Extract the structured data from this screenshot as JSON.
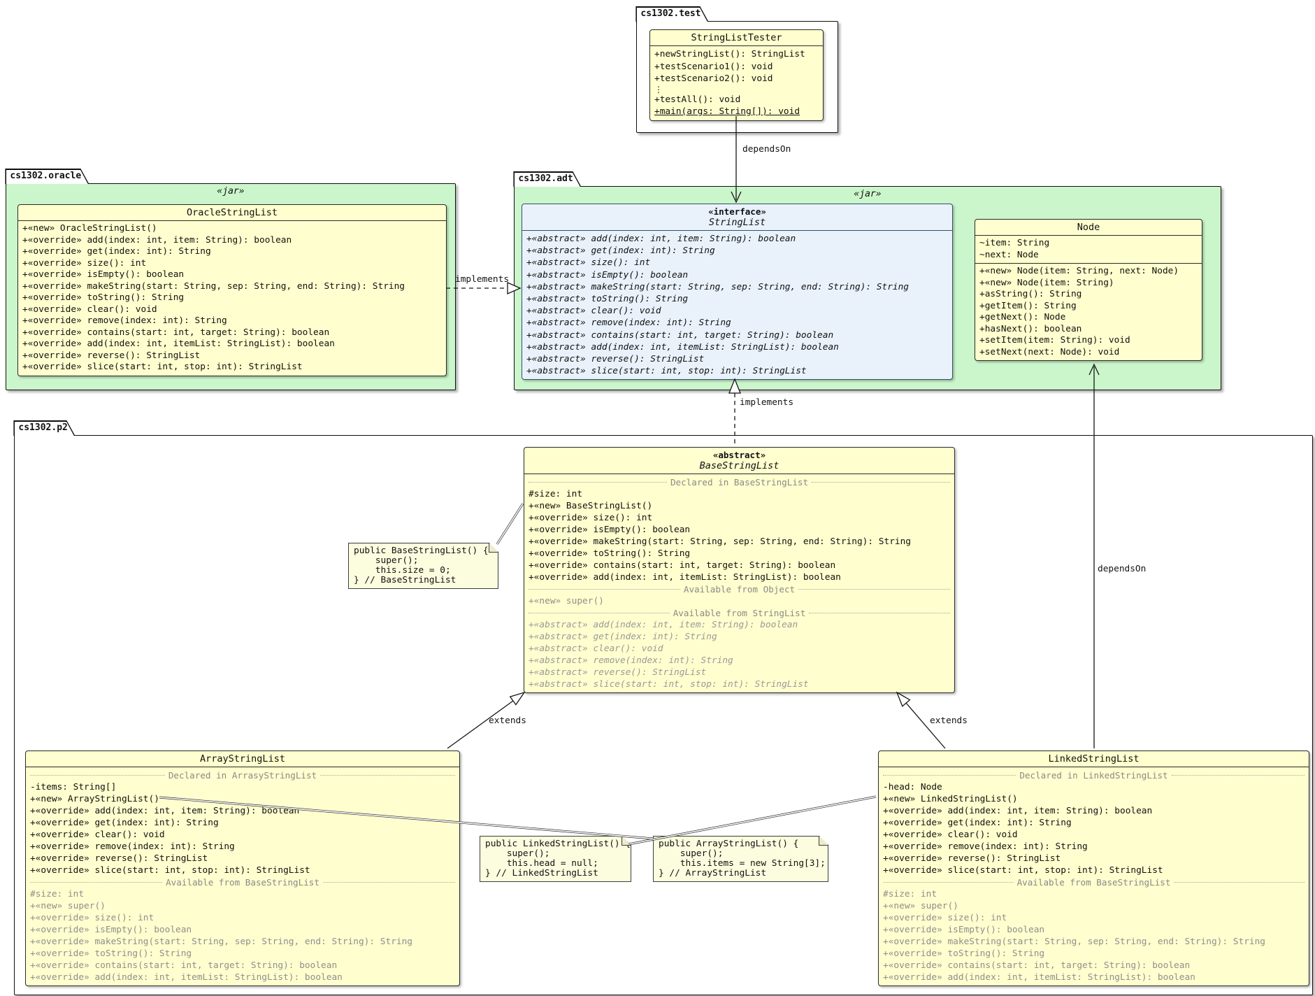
{
  "packages": {
    "test": {
      "name": "cs1302.test"
    },
    "oracle": {
      "name": "cs1302.oracle",
      "stereotype": "«jar»"
    },
    "adt": {
      "name": "cs1302.adt",
      "stereotype": "«jar»"
    },
    "p2": {
      "name": "cs1302.p2"
    }
  },
  "classes": {
    "tester": {
      "title": "StringListTester",
      "members": [
        {
          "t": "+newStringList(): StringList"
        },
        {
          "t": "+testScenario1(): void"
        },
        {
          "t": "+testScenario2(): void"
        },
        {
          "t": "⋮",
          "c": "dots"
        },
        {
          "t": "+testAll(): void"
        },
        {
          "t": "+main(args: String[]): void",
          "c": "u"
        }
      ]
    },
    "oracle": {
      "title": "OracleStringList",
      "members": [
        "+«new» OracleStringList()",
        "+«override» add(index: int, item: String): boolean",
        "+«override» get(index: int): String",
        "+«override» size(): int",
        "+«override» isEmpty(): boolean",
        "+«override» makeString(start: String, sep: String, end: String): String",
        "+«override» toString(): String",
        "+«override» clear(): void",
        "+«override» remove(index: int): String",
        "+«override» contains(start: int, target: String): boolean",
        "+«override» add(index: int, itemList: StringList): boolean",
        "+«override» reverse(): StringList",
        "+«override» slice(start: int, stop: int): StringList"
      ]
    },
    "stringlist": {
      "stereotype": "«interface»",
      "title": "StringList",
      "members": [
        "+«abstract» add(index: int, item: String): boolean",
        "+«abstract» get(index: int): String",
        "+«abstract» size(): int",
        "+«abstract» isEmpty(): boolean",
        "+«abstract» makeString(start: String, sep: String, end: String): String",
        "+«abstract» toString(): String",
        "+«abstract» clear(): void",
        "+«abstract» remove(index: int): String",
        "+«abstract» contains(start: int, target: String): boolean",
        "+«abstract» add(index: int, itemList: StringList): boolean",
        "+«abstract» reverse(): StringList",
        "+«abstract» slice(start: int, stop: int): StringList"
      ]
    },
    "node": {
      "title": "Node",
      "attrs": [
        "~item: String",
        "~next: Node"
      ],
      "members": [
        "+«new» Node(item: String, next: Node)",
        "+«new» Node(item: String)",
        "+asString(): String",
        "+getItem(): String",
        "+getNext(): Node",
        "+hasNext(): boolean",
        "+setItem(item: String): void",
        "+setNext(next: Node): void"
      ]
    },
    "base": {
      "stereotype": "«abstract»",
      "title": "BaseStringList",
      "members": [
        {
          "sec": "Declared in BaseStringList"
        },
        "#size: int",
        "+«new» BaseStringList()",
        "+«override» size(): int",
        "+«override» isEmpty(): boolean",
        "+«override» makeString(start: String, sep: String, end: String): String",
        "+«override» toString(): String",
        "+«override» contains(start: int, target: String): boolean",
        "+«override» add(index: int, itemList: StringList): boolean",
        {
          "sec": "Available from Object"
        },
        {
          "t": "+«new» super()",
          "c": "g"
        },
        {
          "sec": "Available from StringList"
        },
        {
          "t": "+«abstract» add(index: int, item: String): boolean",
          "c": "gi"
        },
        {
          "t": "+«abstract» get(index: int): String",
          "c": "gi"
        },
        {
          "t": "+«abstract» clear(): void",
          "c": "gi"
        },
        {
          "t": "+«abstract» remove(index: int): String",
          "c": "gi"
        },
        {
          "t": "+«abstract» reverse(): StringList",
          "c": "gi"
        },
        {
          "t": "+«abstract» slice(start: int, stop: int): StringList",
          "c": "gi"
        }
      ]
    },
    "array": {
      "title": "ArrayStringList",
      "members": [
        {
          "sec": "Declared in ArrasyStringList"
        },
        "-items: String[]",
        "+«new» ArrayStringList()",
        "+«override» add(index: int, item: String): boolean",
        "+«override» get(index: int): String",
        "+«override» clear(): void",
        "+«override» remove(index: int): String",
        "+«override» reverse(): StringList",
        "+«override» slice(start: int, stop: int): StringList",
        {
          "sec": "Available from BaseStringList"
        },
        {
          "t": "#size: int",
          "c": "g"
        },
        {
          "t": "+«new» super()",
          "c": "g"
        },
        {
          "t": "+«override» size(): int",
          "c": "g"
        },
        {
          "t": "+«override» isEmpty(): boolean",
          "c": "g"
        },
        {
          "t": "+«override» makeString(start: String, sep: String, end: String): String",
          "c": "g"
        },
        {
          "t": "+«override» toString(): String",
          "c": "g"
        },
        {
          "t": "+«override» contains(start: int, target: String): boolean",
          "c": "g"
        },
        {
          "t": "+«override» add(index: int, itemList: StringList): boolean",
          "c": "g"
        }
      ]
    },
    "linked": {
      "title": "LinkedStringList",
      "members": [
        {
          "sec": "Declared in LinkedStringList"
        },
        "-head: Node",
        "+«new» LinkedStringList()",
        "+«override» add(index: int, item: String): boolean",
        "+«override» get(index: int): String",
        "+«override» clear(): void",
        "+«override» remove(index: int): String",
        "+«override» reverse(): StringList",
        "+«override» slice(start: int, stop: int): StringList",
        {
          "sec": "Available from BaseStringList"
        },
        {
          "t": "#size: int",
          "c": "g"
        },
        {
          "t": "+«new» super()",
          "c": "g"
        },
        {
          "t": "+«override» size(): int",
          "c": "g"
        },
        {
          "t": "+«override» isEmpty(): boolean",
          "c": "g"
        },
        {
          "t": "+«override» makeString(start: String, sep: String, end: String): String",
          "c": "g"
        },
        {
          "t": "+«override» toString(): String",
          "c": "g"
        },
        {
          "t": "+«override» contains(start: int, target: String): boolean",
          "c": "g"
        },
        {
          "t": "+«override» add(index: int, itemList: StringList): boolean",
          "c": "g"
        }
      ]
    }
  },
  "notes": {
    "base_ctor": [
      "public BaseStringList() {",
      "    super();",
      "    this.size = 0;",
      "} // BaseStringList"
    ],
    "linked_ctor": [
      "public LinkedStringList() {",
      "    super();",
      "    this.head = null;",
      "} // LinkedStringList"
    ],
    "array_ctor": [
      "public ArrayStringList() {",
      "    super();",
      "    this.items = new String[3];",
      "} // ArrayStringList"
    ]
  },
  "edges": {
    "depends_on": "dependsOn",
    "implements": "implements",
    "extends": "extends"
  }
}
